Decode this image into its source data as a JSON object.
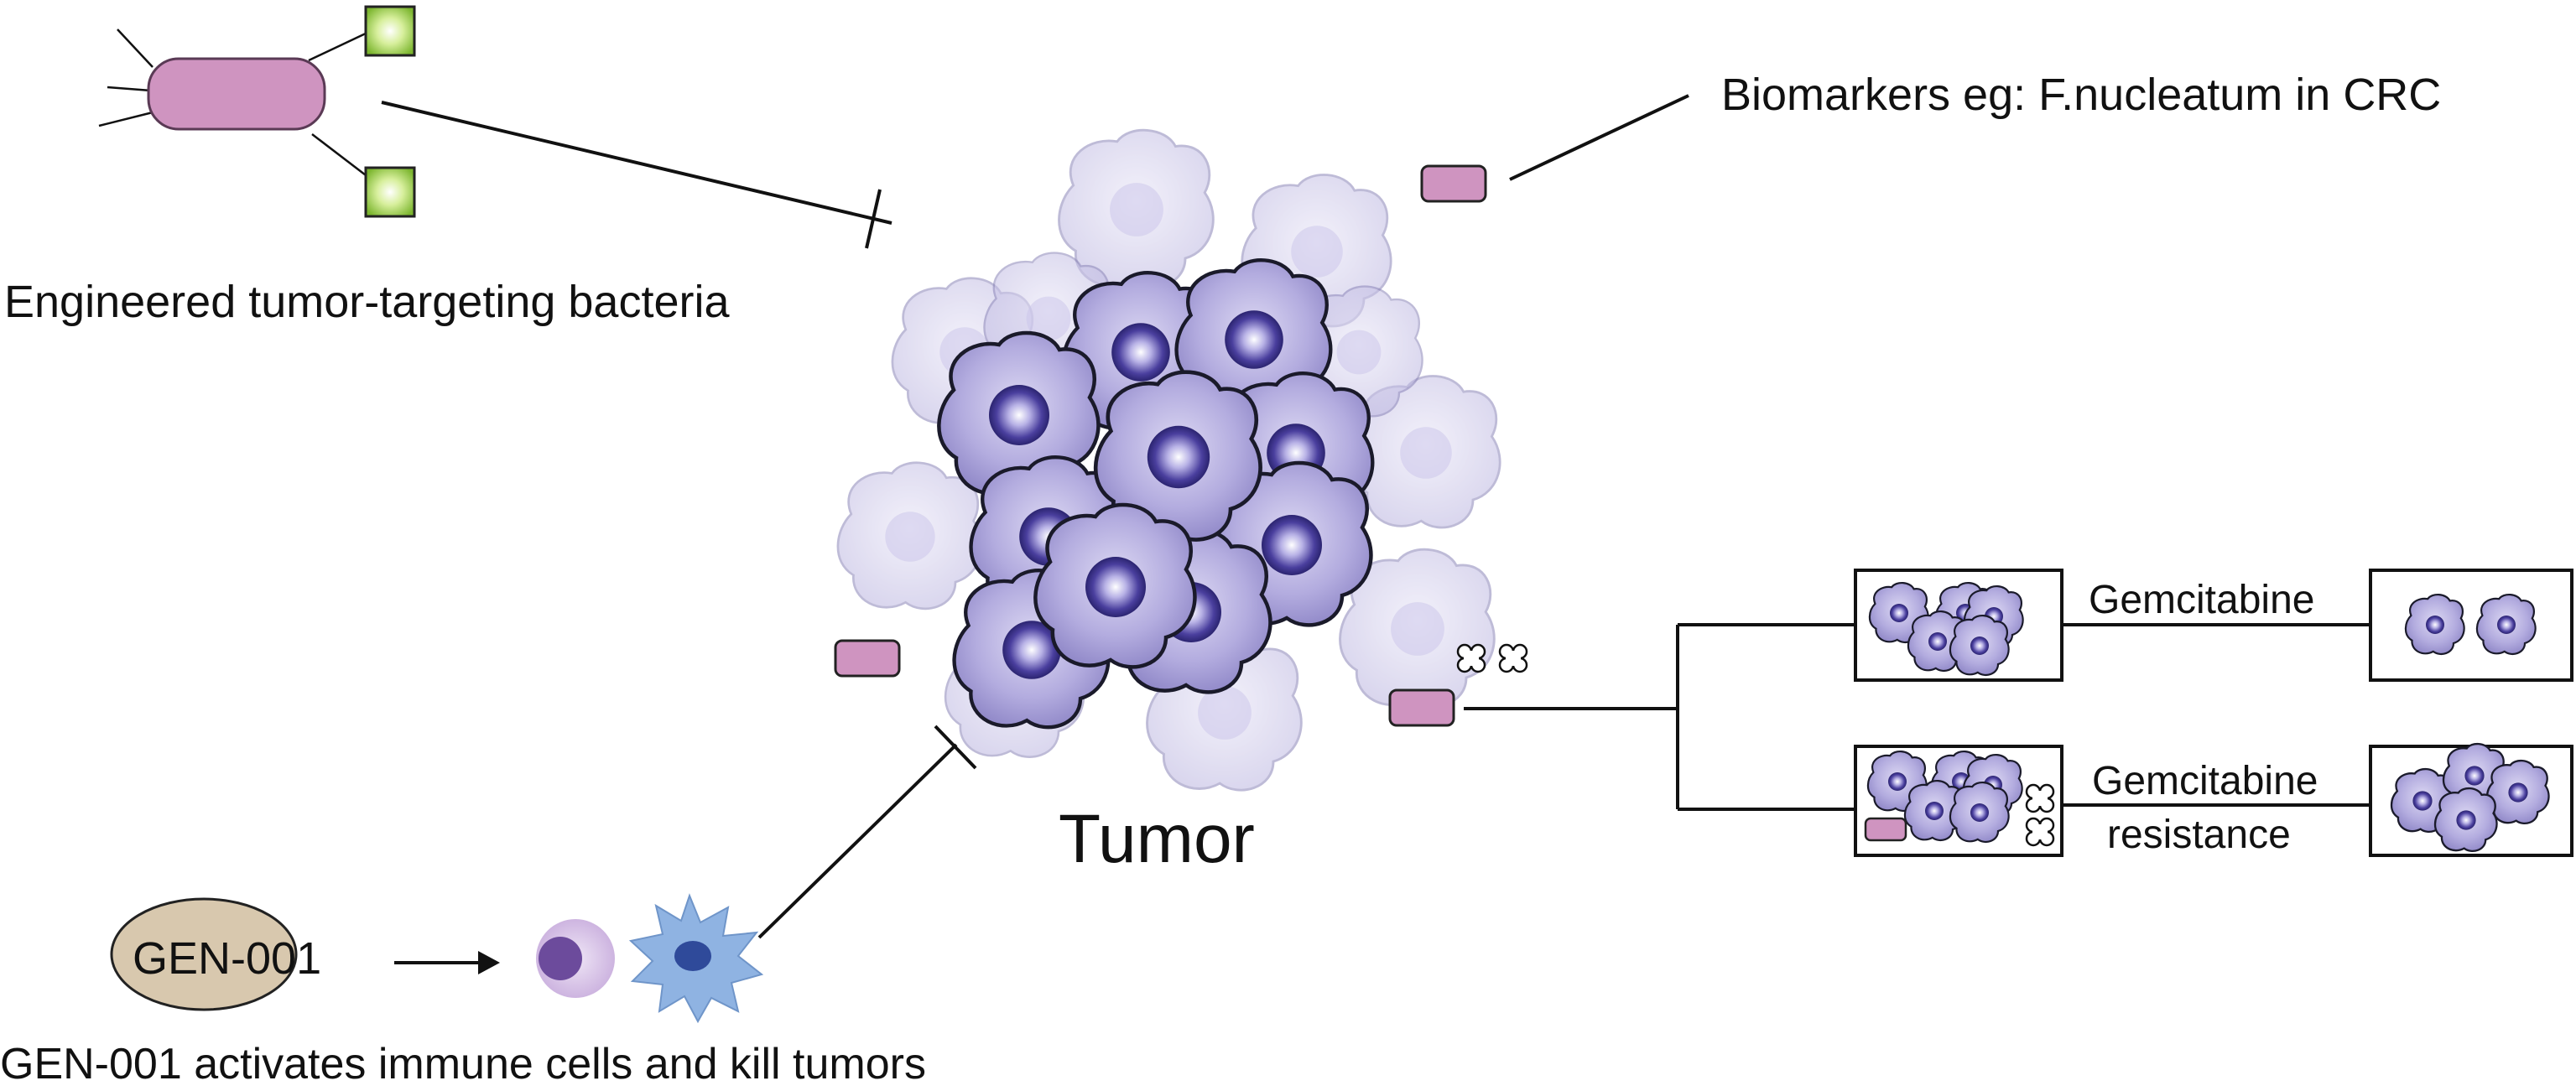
{
  "labels": {
    "engineered_bacteria": "Engineered tumor-targeting bacteria",
    "biomarkers": "Biomarkers  eg:  F.nucleatum in CRC",
    "tumor": "Tumor",
    "gen001_node": "GEN-001",
    "gen001_caption": "GEN-001 activates immune cells and kill tumors",
    "gemcitabine": "Gemcitabine",
    "gemcitabine_resistance_line1": "Gemcitabine",
    "gemcitabine_resistance_line2": "resistance"
  },
  "colors": {
    "bacteria_fill": "#cf94c0",
    "flagellum_tip": "#8dc63f",
    "tumor_cell_fill": "#9d95d0",
    "tumor_cell_light": "#ddd9f3",
    "nucleus_dark": "#30287a",
    "gen001_fill": "#d8c8ae",
    "immune_cell_light": "#d9c7e6",
    "immune_cell_dark": "#6c4b9c",
    "dendritic_fill": "#8fb3e2",
    "dendritic_nucleus": "#2f4a9a",
    "line": "#111111"
  },
  "icons": [
    "bacterium-icon",
    "tumor-cell-icon",
    "immune-cell-icon",
    "dendritic-cell-icon",
    "cross-icon",
    "inhibition-arrow-icon",
    "activation-arrow-icon"
  ]
}
